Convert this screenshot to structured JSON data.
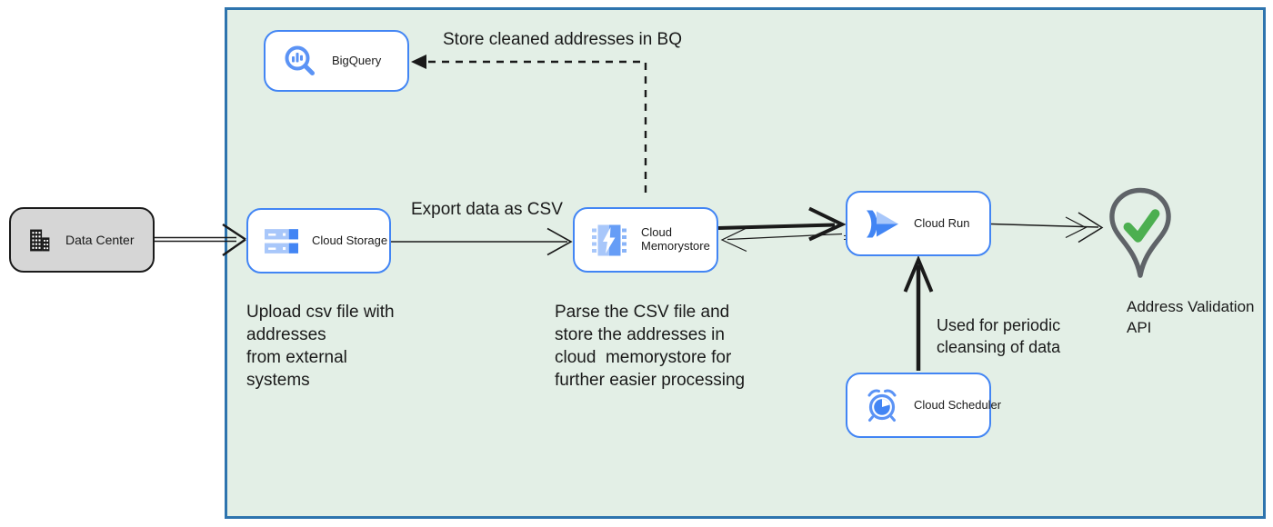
{
  "diagram": {
    "type": "cloud-architecture-flow",
    "colors": {
      "zone_fill": "#e3efe6",
      "zone_border": "#2e74ae",
      "node_border": "#4285f4",
      "datacenter_fill": "#d6d6d6",
      "icon_blue": "#4285f4",
      "icon_light_blue": "#a8c7fa",
      "check_green": "#4caf50",
      "pin_gray": "#5f6368",
      "arrow_black": "#1a1a1a"
    }
  },
  "nodes": {
    "data_center": {
      "label": "Data Center",
      "icon": "building-icon"
    },
    "bigquery": {
      "label": "BigQuery",
      "icon": "bigquery-icon"
    },
    "cloud_storage": {
      "label": "Cloud Storage",
      "icon": "cloud-storage-icon"
    },
    "memorystore": {
      "line1": "Cloud",
      "line2": "Memorystore",
      "icon": "memorystore-icon"
    },
    "cloud_run": {
      "label": "Cloud Run",
      "icon": "cloud-run-icon"
    },
    "scheduler": {
      "label": "Cloud Scheduler",
      "icon": "alarm-clock-icon"
    },
    "address_validation": {
      "line1": "Address Validation",
      "line2": "API",
      "icon": "map-pin-check-icon"
    }
  },
  "annotations": {
    "store_bq": "Store cleaned addresses in BQ",
    "export_csv": "Export data as CSV",
    "upload": {
      "line1": "Upload csv file with",
      "line2": "addresses",
      "line3": "from external",
      "line4": "systems"
    },
    "parse": {
      "line1": "Parse the CSV file and",
      "line2": "store the addresses in",
      "line3": "cloud  memorystore for",
      "line4": "further easier processing"
    },
    "periodic": {
      "line1": "Used for periodic",
      "line2": "cleansing of data"
    }
  }
}
